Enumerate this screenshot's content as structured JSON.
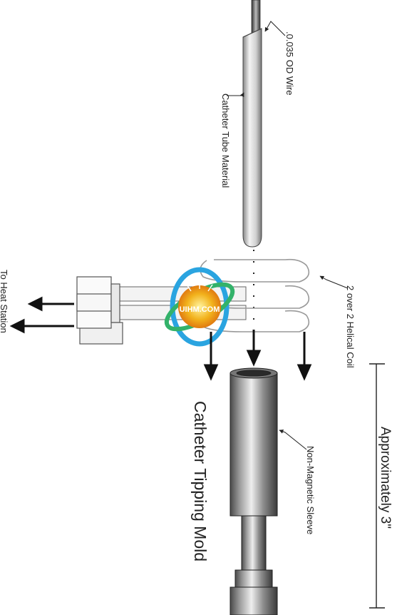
{
  "labels": {
    "wire": ".0.035  OD Wire",
    "tube": "Catheter Tube Material",
    "coil": "2 over 2 Helical Coil",
    "heat_station": "To Heat Station",
    "mold": "Catheter Tipping Mold",
    "sleeve": "Non-Magnetic Sleeve",
    "dimension": "Approximately 3\""
  },
  "logo": {
    "text": "UIHM.COM"
  }
}
